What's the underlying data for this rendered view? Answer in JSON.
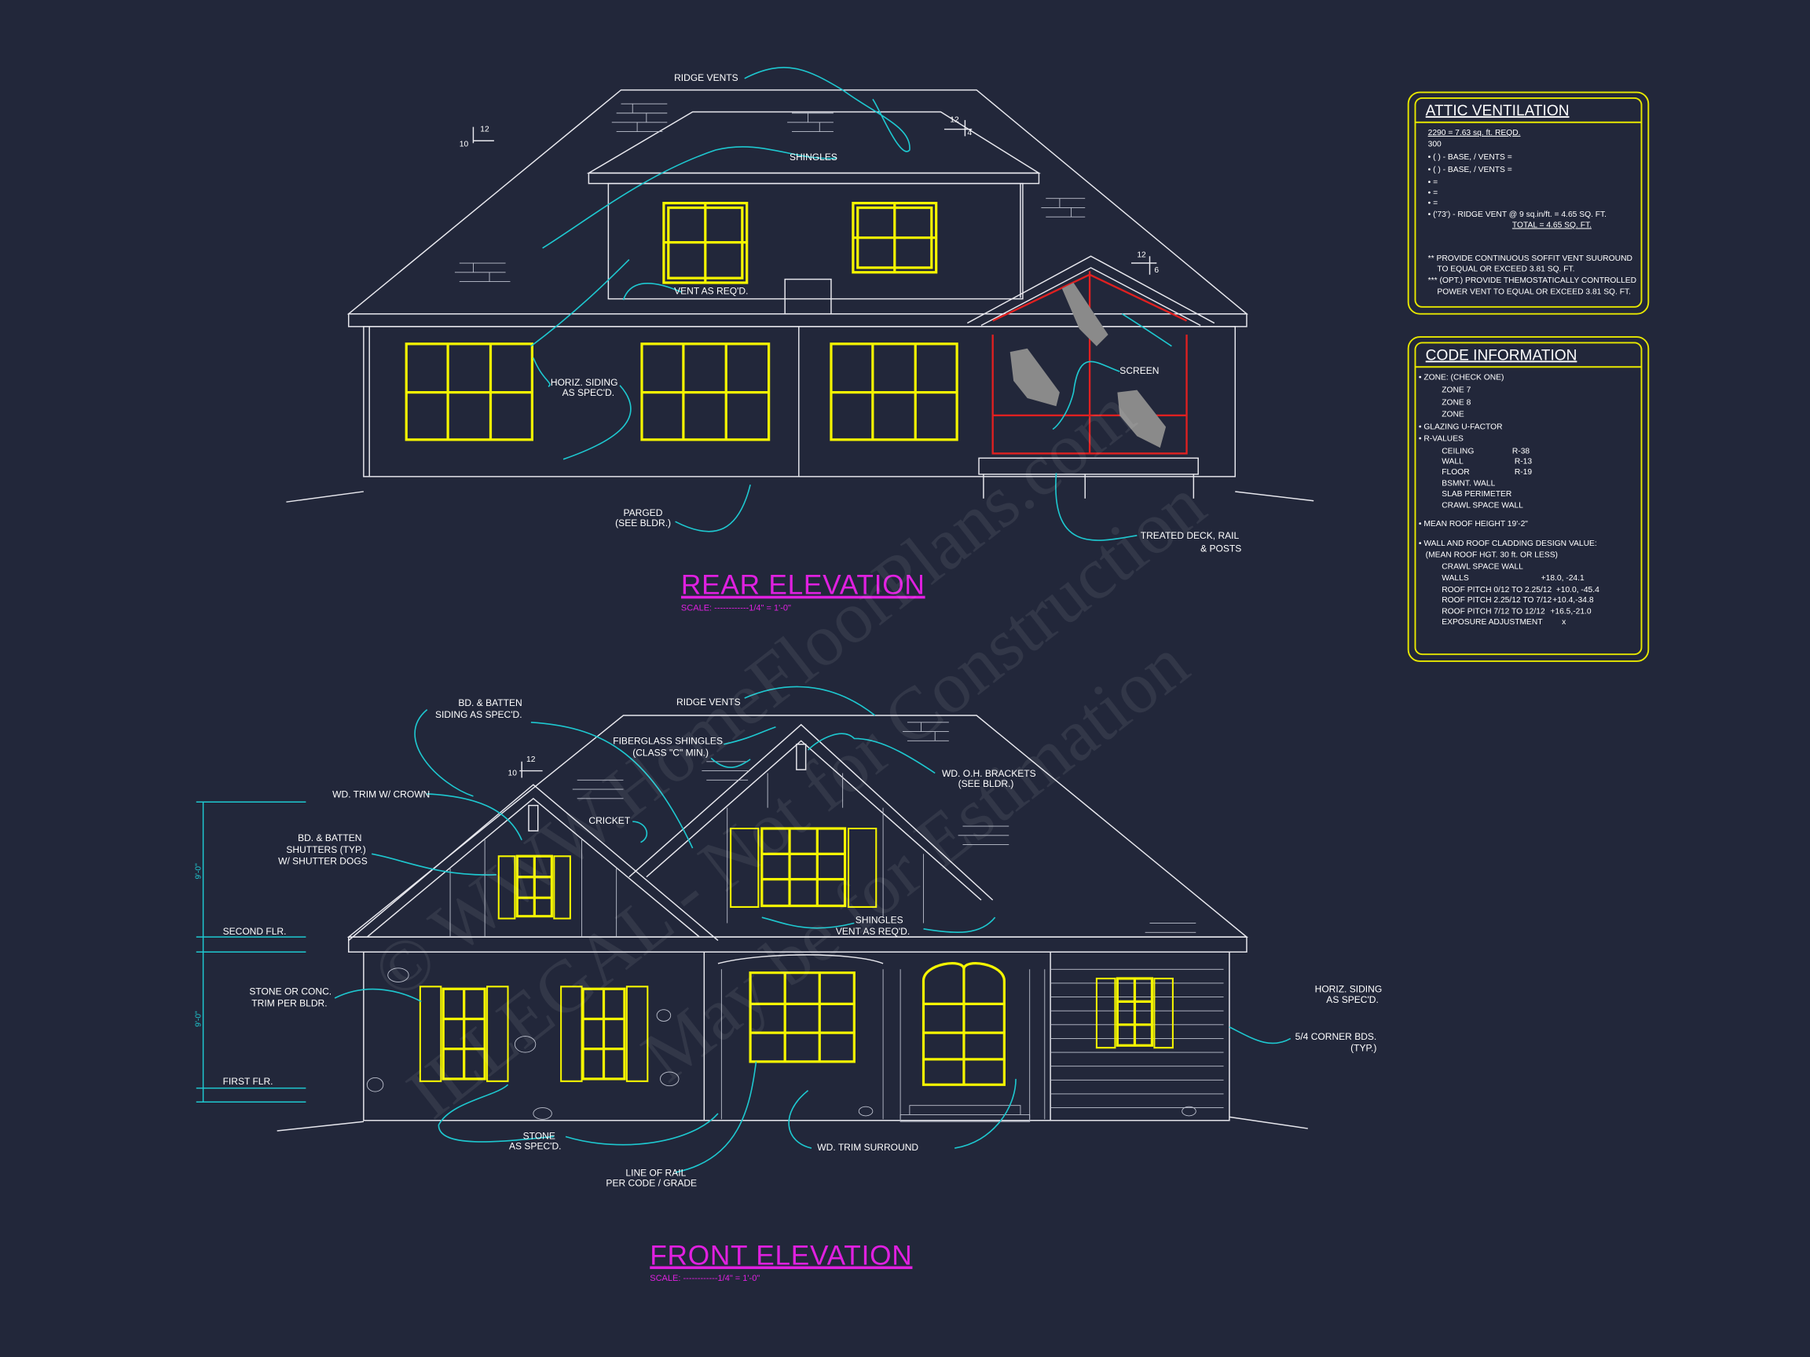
{
  "rear": {
    "title": "REAR ELEVATION",
    "scale": "SCALE: ------------1/4\" = 1'-0\"",
    "labels": {
      "ridge_vents": "RIDGE VENTS",
      "shingles": "SHINGLES",
      "vent": "VENT AS REQ'D.",
      "siding1": "HORIZ. SIDING",
      "siding2": "AS SPEC'D.",
      "screen": "SCREEN",
      "parged1": "PARGED",
      "parged2": "(SEE BLDR.)",
      "deck1": "TREATED DECK, RAIL",
      "deck2": "& POSTS"
    },
    "pitches": {
      "left_rise": "10",
      "left_run": "12",
      "mid_run": "12",
      "mid_rise": "4",
      "right_run": "12",
      "right_rise": "6"
    }
  },
  "front": {
    "title": "FRONT ELEVATION",
    "scale": "SCALE: ------------1/4\" = 1'-0\"",
    "labels": {
      "bdb1": "BD. & BATTEN",
      "bdb2": "SIDING AS SPEC'D.",
      "ridge_vents": "RIDGE VENTS",
      "fg1": "FIBERGLASS SHINGLES",
      "fg2": "(CLASS \"C\" MIN.)",
      "oh1": "WD. O.H. BRACKETS",
      "oh2": "(SEE BLDR.)",
      "trim_crown": "WD. TRIM W/ CROWN",
      "cricket": "CRICKET",
      "sh1": "BD. & BATTEN",
      "sh2": "SHUTTERS (TYP.)",
      "sh3": "W/ SHUTTER DOGS",
      "shingles": "SHINGLES",
      "vent": "VENT AS REQ'D.",
      "second_flr": "SECOND FLR.",
      "stone_trim1": "STONE OR CONC.",
      "stone_trim2": "TRIM PER BLDR.",
      "first_flr": "FIRST FLR.",
      "stone1": "STONE",
      "stone2": "AS SPEC'D.",
      "rail1": "LINE OF RAIL",
      "rail2": "PER CODE / GRADE",
      "trim_surround": "WD. TRIM SURROUND",
      "hs1": "HORIZ. SIDING",
      "hs2": "AS SPEC'D.",
      "cb1": "5/4 CORNER BDS.",
      "cb2": "(TYP.)",
      "dim_upper": "9'-0\"",
      "dim_lower": "9'-0\""
    },
    "pitches": {
      "rise": "10",
      "run": "12"
    }
  },
  "attic": {
    "title": "ATTIC VENTILATION",
    "lines": [
      "2290 = 7.63 sq. ft. REQD.",
      "300",
      "• (    ) -        BASE,    /    VENTS   =",
      "• (    ) -        BASE,    /    VENTS   =",
      "•                                                    =",
      "•                                                    =",
      "•                                                    =",
      "• ('73') - RIDGE VENT @ 9 sq.in/ft.  = 4.65 SQ. FT.",
      "TOTAL          = 4.65 SQ. FT.",
      "** PROVIDE CONTINUOUS SOFFIT VENT SUUROUND",
      "TO EQUAL OR EXCEED  3.81 SQ. FT.",
      "*** (OPT.) PROVIDE THEMOSTATICALLY CONTROLLED",
      "POWER VENT TO EQUAL OR EXCEED  3.81 SQ. FT."
    ]
  },
  "code": {
    "title": "CODE INFORMATION",
    "zone": [
      "• ZONE: (CHECK ONE)",
      "ZONE 7",
      "ZONE 8",
      "ZONE"
    ],
    "glazing": "• GLAZING U-FACTOR",
    "rvalues": "• R-VALUES",
    "r_rows": [
      {
        "k": "CEILING",
        "v": "R-38"
      },
      {
        "k": "WALL",
        "v": "R-13"
      },
      {
        "k": "FLOOR",
        "v": "R-19"
      },
      {
        "k": "BSMNT. WALL",
        "v": ""
      },
      {
        "k": "SLAB PERIMETER",
        "v": ""
      },
      {
        "k": "CRAWL SPACE WALL",
        "v": ""
      }
    ],
    "mean_roof": "• MEAN ROOF HEIGHT  19'-2\"",
    "cladding1": "• WALL AND ROOF CLADDING DESIGN VALUE:",
    "cladding2": "(MEAN ROOF HGT. 30 ft. OR LESS)",
    "c_rows": [
      {
        "k": "CRAWL SPACE WALL",
        "v": ""
      },
      {
        "k": "WALLS",
        "v": "+18.0, -24.1"
      },
      {
        "k": "ROOF PITCH 0/12 TO 2.25/12",
        "v": "+10.0, -45.4"
      },
      {
        "k": "ROOF PITCH 2.25/12 TO 7/12",
        "v": "+10.4,-34.8"
      },
      {
        "k": "ROOF PITCH 7/12 TO 12/12",
        "v": "+16.5,-21.0"
      },
      {
        "k": "EXPOSURE ADJUSTMENT",
        "v": "x"
      }
    ]
  },
  "watermark": {
    "line1": "© WWW.HomeFloorPlans.com",
    "line2": "ILLEGAL - Not for Construction",
    "line3": "May be for Estimation"
  },
  "colors": {
    "background": "#22273a",
    "window": "#f5f500",
    "leader": "#1ec8d0",
    "title": "#e020e0",
    "porch": "#e02020",
    "box": "#e8e800"
  }
}
